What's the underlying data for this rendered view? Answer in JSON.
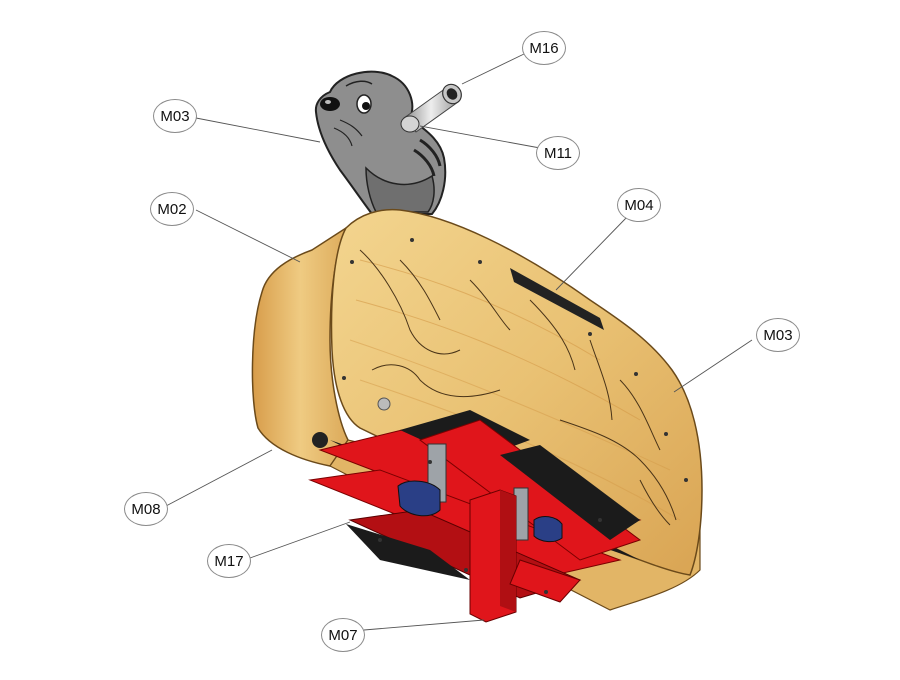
{
  "diagram": {
    "subject": "spring rocker seal exploded view",
    "colors": {
      "wood": "#e8c47a",
      "wood_dark": "#c98f3e",
      "frame_red": "#e0151b",
      "seal_gray": "#8a8a8a",
      "steel": "#c9c9c9",
      "black": "#1b1b1b",
      "blue": "#2a3f86"
    },
    "callouts": [
      {
        "id": "m16",
        "label": "M16"
      },
      {
        "id": "m03-top",
        "label": "M03"
      },
      {
        "id": "m11",
        "label": "M11"
      },
      {
        "id": "m02",
        "label": "M02"
      },
      {
        "id": "m04",
        "label": "M04"
      },
      {
        "id": "m03-right",
        "label": "M03"
      },
      {
        "id": "m08",
        "label": "M08"
      },
      {
        "id": "m17",
        "label": "M17"
      },
      {
        "id": "m07",
        "label": "M07"
      }
    ]
  }
}
